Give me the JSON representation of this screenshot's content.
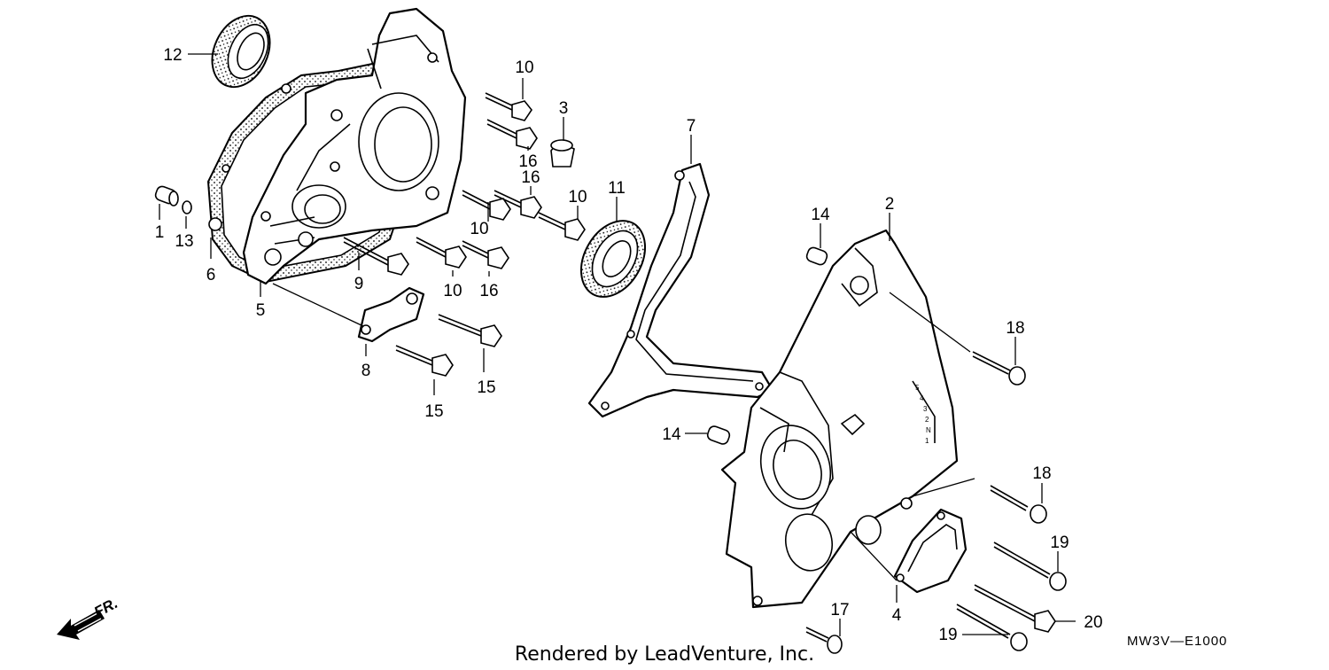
{
  "callouts": [
    {
      "id": "c12",
      "label": "12"
    },
    {
      "id": "c1",
      "label": "1"
    },
    {
      "id": "c13",
      "label": "13"
    },
    {
      "id": "c6",
      "label": "6"
    },
    {
      "id": "c5",
      "label": "5"
    },
    {
      "id": "c9",
      "label": "9"
    },
    {
      "id": "c8",
      "label": "8"
    },
    {
      "id": "c15a",
      "label": "15"
    },
    {
      "id": "c15b",
      "label": "15"
    },
    {
      "id": "c10a",
      "label": "10"
    },
    {
      "id": "c16a",
      "label": "16"
    },
    {
      "id": "c3",
      "label": "3"
    },
    {
      "id": "c10b",
      "label": "10"
    },
    {
      "id": "c16b",
      "label": "16"
    },
    {
      "id": "c10c",
      "label": "10"
    },
    {
      "id": "c10d",
      "label": "10"
    },
    {
      "id": "c16c",
      "label": "16"
    },
    {
      "id": "c11",
      "label": "11"
    },
    {
      "id": "c7",
      "label": "7"
    },
    {
      "id": "c14a",
      "label": "14"
    },
    {
      "id": "c2",
      "label": "2"
    },
    {
      "id": "c18a",
      "label": "18"
    },
    {
      "id": "c14b",
      "label": "14"
    },
    {
      "id": "c18b",
      "label": "18"
    },
    {
      "id": "c19a",
      "label": "19"
    },
    {
      "id": "c20",
      "label": "20"
    },
    {
      "id": "c19b",
      "label": "19"
    },
    {
      "id": "c17",
      "label": "17"
    },
    {
      "id": "c4",
      "label": "4"
    }
  ],
  "shift_indicator": [
    "5",
    "4",
    "3",
    "2",
    "N",
    "1"
  ],
  "direction_label": "FR.",
  "credit": "Rendered by LeadVenture, Inc.",
  "diagram_code": "MW3V—E1000"
}
